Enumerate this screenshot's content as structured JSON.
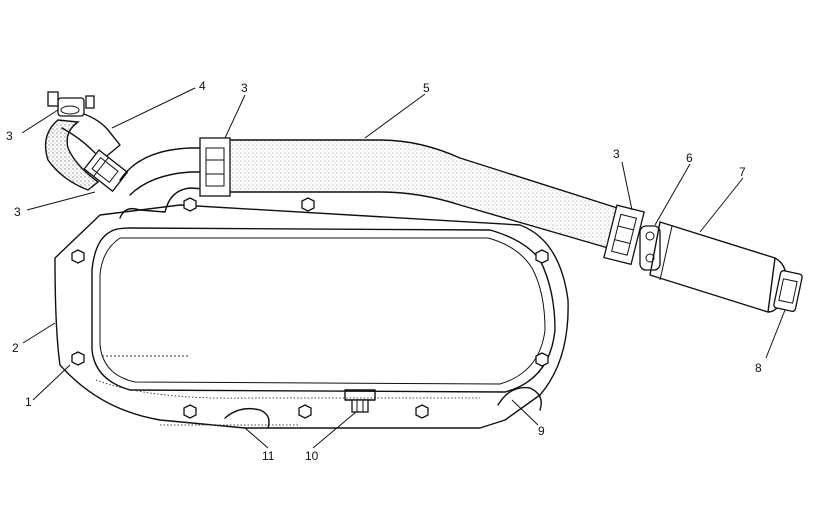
{
  "diagram": {
    "callouts": [
      {
        "id": "c-1",
        "text": "1"
      },
      {
        "id": "c-2",
        "text": "2"
      },
      {
        "id": "c-3a",
        "text": "3"
      },
      {
        "id": "c-3b",
        "text": "3"
      },
      {
        "id": "c-3c",
        "text": "3"
      },
      {
        "id": "c-3d",
        "text": "3"
      },
      {
        "id": "c-4",
        "text": "4"
      },
      {
        "id": "c-5",
        "text": "5"
      },
      {
        "id": "c-6",
        "text": "6"
      },
      {
        "id": "c-7",
        "text": "7"
      },
      {
        "id": "c-8",
        "text": "8"
      },
      {
        "id": "c-9",
        "text": "9"
      },
      {
        "id": "c-10",
        "text": "10"
      },
      {
        "id": "c-11",
        "text": "11"
      }
    ]
  }
}
